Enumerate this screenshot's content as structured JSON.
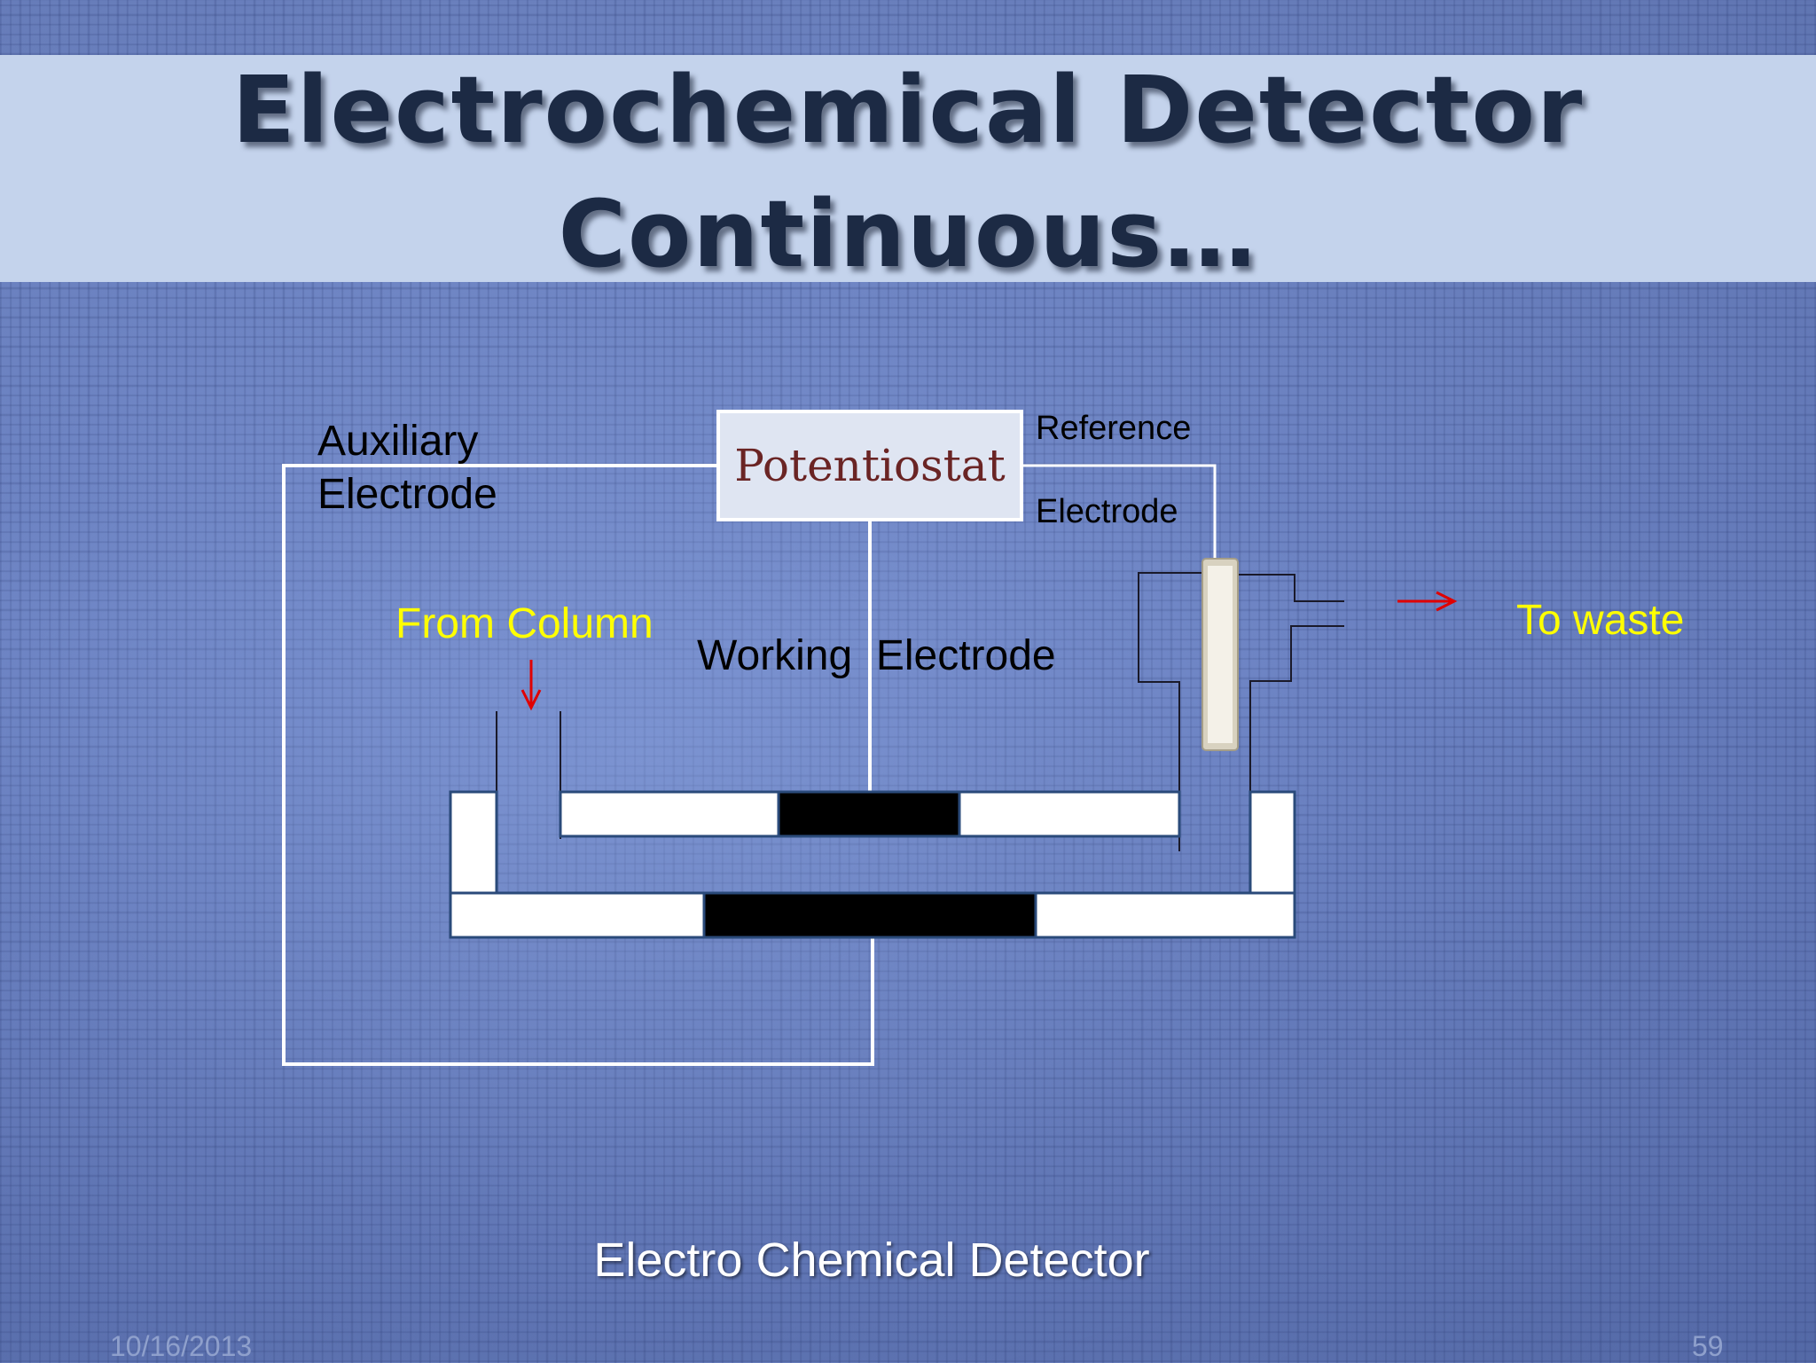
{
  "slide": {
    "title_line1": "Electrochemical Detector",
    "title_line2": "Continuous…",
    "caption": "Electro Chemical Detector",
    "date": "10/16/2013",
    "page_number": "59"
  },
  "diagram": {
    "potentiostat": "Potentiostat",
    "auxiliary_line1": "Auxiliary",
    "auxiliary_line2": "Electrode",
    "reference_line1": "Reference",
    "reference_line2": "Electrode",
    "working_electrode": "Working  Electrode",
    "from_column": "From Column",
    "to_waste": "To waste"
  },
  "colors": {
    "label_yellow": "#ffff00",
    "arrow_red": "#e00000",
    "potentiostat_text": "#6a2424",
    "title_text": "#1c2a44"
  }
}
